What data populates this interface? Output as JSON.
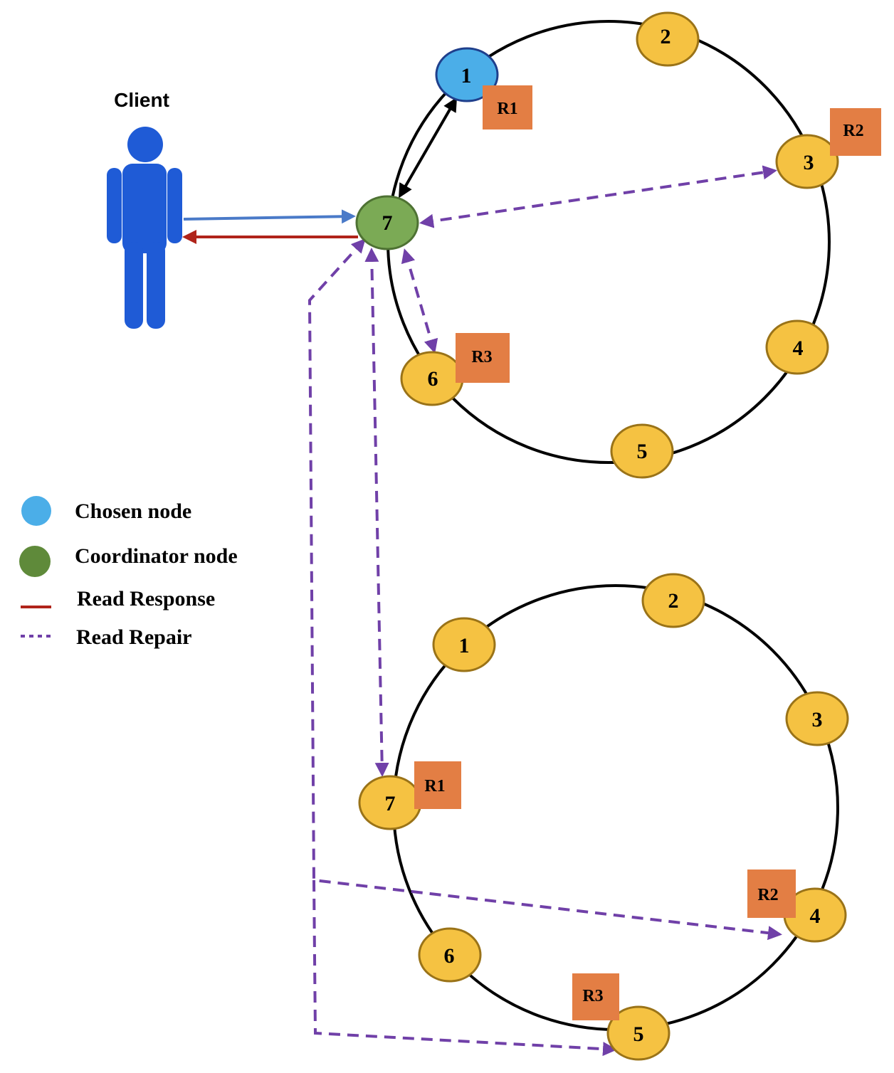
{
  "client": {
    "label": "Client"
  },
  "top_ring": {
    "nodes": [
      "1",
      "2",
      "3",
      "4",
      "5",
      "6",
      "7"
    ],
    "replicas": {
      "r1": "R1",
      "r2": "R2",
      "r3": "R3"
    }
  },
  "bottom_ring": {
    "nodes": [
      "1",
      "2",
      "3",
      "4",
      "5",
      "6",
      "7"
    ],
    "replicas": {
      "r1": "R1",
      "r2": "R2",
      "r3": "R3"
    }
  },
  "legend": {
    "chosen_node": "Chosen node",
    "coordinator_node": "Coordinator node",
    "read_response": "Read Response",
    "read_repair": "Read Repair"
  },
  "colors": {
    "node_fill": "#F5C242",
    "node_stroke": "#9A7318",
    "chosen_fill": "#4BAEE8",
    "chosen_stroke": "#1F3F8C",
    "coordinator_fill": "#7BAA55",
    "coordinator_stroke": "#4E7233",
    "replica_fill": "#E37E44",
    "read_response": "#B0241A",
    "read_repair": "#7040A8",
    "request": "#4A7AC8",
    "client": "#1F5BD6"
  }
}
